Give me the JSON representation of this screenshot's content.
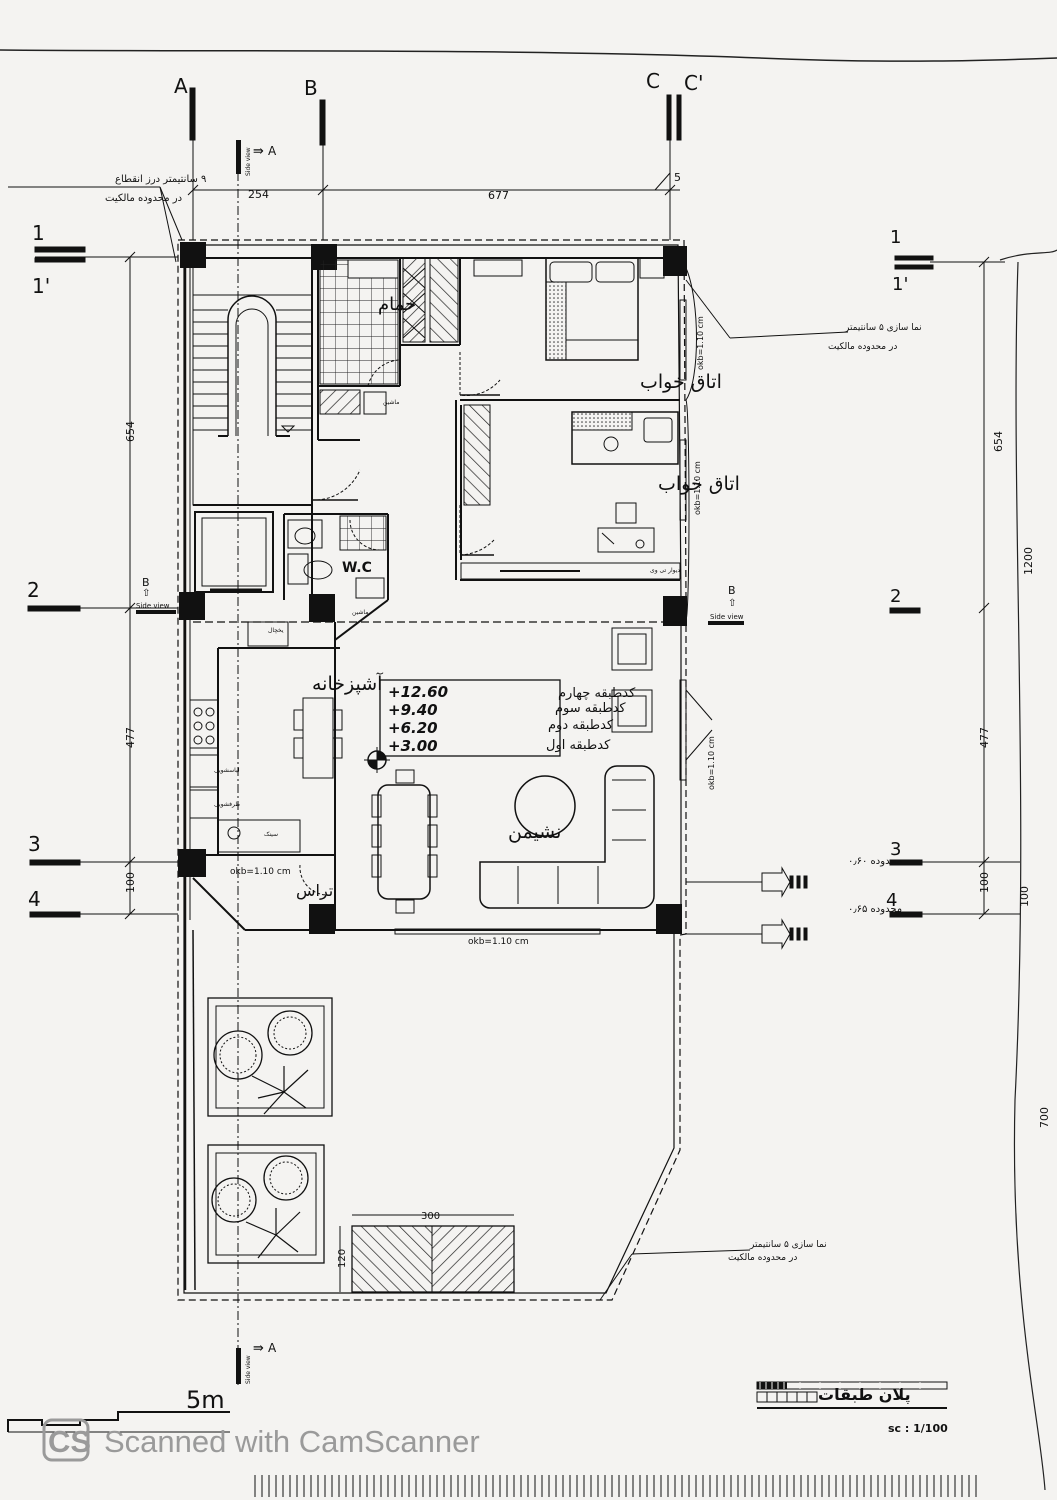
{
  "grid": {
    "cols": [
      "A",
      "B",
      "C",
      "C'"
    ],
    "rows": [
      "1",
      "1'",
      "2",
      "3",
      "4"
    ],
    "rows_right": [
      "1",
      "1'",
      "2",
      "3",
      "4"
    ]
  },
  "dims": {
    "top_ab": "254",
    "top_bc": "677",
    "top_cc": "5",
    "left_1_2": "654",
    "left_2_3": "477",
    "left_3_4": "100",
    "right_1_2a": "654",
    "right_1_2b": "1200",
    "right_2_3": "477",
    "right_3_4a": "100",
    "right_3_4b": "100",
    "right_bottom": "700",
    "skylight_w": "300",
    "skylight_h": "120"
  },
  "notes": {
    "left_top_1": "۹ سانتیمتر درز انقطاع",
    "left_top_2": "در محدوده مالکیت",
    "right_top_1": "نما سازی ۵ سانتیمتر",
    "right_top_2": "در محدوده مالکیت",
    "right_bottom_1": "نما سازی ۵ سانتیمتر",
    "right_bottom_2": "در محدوده مالکیت",
    "limit_60": "محدوده ۰٫۶۰",
    "limit_65": "محدوده ۰٫۶۵"
  },
  "section_marks": {
    "a_label": "A",
    "b_label": "B",
    "side_view": "Side view"
  },
  "rooms": {
    "bath": "حمام",
    "bedroom1": "اتاق خواب",
    "bedroom2": "اتاق خواب",
    "wc": "W.C",
    "kitchen": "آشپزخانه",
    "living": "نشیمن",
    "terrace": "تراس"
  },
  "small_labels": {
    "washer": "ماشین",
    "washer2": "ماشین",
    "fridge": "یخچال",
    "dishwasher": "ظرفشویی",
    "laundry": "لباسشویی",
    "sink": "سینک",
    "tv_wall": "دیوار تی وی"
  },
  "okb": {
    "okb1": "okb=1.10 cm",
    "okb2": "okb=1.10 cm",
    "okb3": "okb=1.10 cm",
    "okb4": "okb=1.10 cm",
    "okb5": "okb=1.10 cm"
  },
  "levels": [
    {
      "value": "+12.60",
      "label": "کدطبقه چهارم"
    },
    {
      "value": "+9.40",
      "label": "کدطبقه سوم"
    },
    {
      "value": "+6.20",
      "label": "کدطبقه دوم"
    },
    {
      "value": "+3.00",
      "label": "کدطبقه اول"
    }
  ],
  "title": {
    "name": "پلان طبقات",
    "scale": "sc : 1/100",
    "scalebar": "5m"
  },
  "watermark": "Scanned with CamScanner",
  "watermark_logo": "CS"
}
